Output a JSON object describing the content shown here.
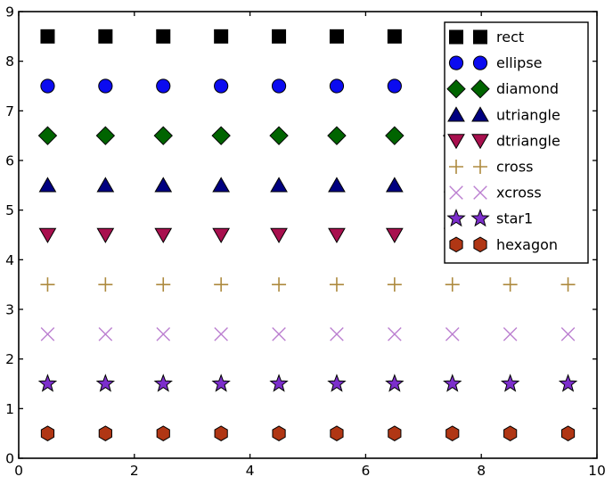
{
  "figure": {
    "background": "#ffffff",
    "axis_color": "#000000",
    "legend_background": "#ffffff",
    "legend_border_color": "#000000"
  },
  "chart_data": {
    "type": "scatter",
    "title": "",
    "xlabel": "",
    "ylabel": "",
    "xlim": [
      0,
      10
    ],
    "ylim": [
      0,
      9
    ],
    "xticks": [
      0,
      2,
      4,
      6,
      8,
      10
    ],
    "xtick_labels": [
      "0",
      "2",
      "4",
      "6",
      "8",
      "10"
    ],
    "yticks": [
      0,
      1,
      2,
      3,
      4,
      5,
      6,
      7,
      8,
      9
    ],
    "ytick_labels": [
      "0",
      "1",
      "2",
      "3",
      "4",
      "5",
      "6",
      "7",
      "8",
      "9"
    ],
    "grid": false,
    "tick_direction": "in",
    "x": [
      0.5,
      1.5,
      2.5,
      3.5,
      4.5,
      5.5,
      6.5,
      7.5,
      8.5,
      9.5
    ],
    "series": [
      {
        "name": "rect",
        "marker": "rect",
        "color": "#000000",
        "edge_color": "#000000",
        "y": 8.5
      },
      {
        "name": "ellipse",
        "marker": "ellipse",
        "color": "#0b0bf0",
        "edge_color": "#000000",
        "y": 7.5
      },
      {
        "name": "diamond",
        "marker": "diamond",
        "color": "#006400",
        "edge_color": "#000000",
        "y": 6.5
      },
      {
        "name": "utriangle",
        "marker": "utriangle",
        "color": "#000080",
        "edge_color": "#000000",
        "y": 5.5
      },
      {
        "name": "dtriangle",
        "marker": "dtriangle",
        "color": "#a8104e",
        "edge_color": "#000000",
        "y": 4.5
      },
      {
        "name": "cross",
        "marker": "cross",
        "color": "#ad8a3f",
        "edge_color": "#ad8a3f",
        "y": 3.5
      },
      {
        "name": "xcross",
        "marker": "xcross",
        "color": "#bb7fd0",
        "edge_color": "#bb7fd0",
        "y": 2.5
      },
      {
        "name": "star1",
        "marker": "star1",
        "color": "#7c2ecc",
        "edge_color": "#000000",
        "y": 1.5
      },
      {
        "name": "hexagon",
        "marker": "hexagon",
        "color": "#b03614",
        "edge_color": "#000000",
        "y": 0.5
      }
    ],
    "legend": {
      "position": "upper right",
      "markers_per_entry": 2,
      "entries": [
        "rect",
        "ellipse",
        "diamond",
        "utriangle",
        "dtriangle",
        "cross",
        "xcross",
        "star1",
        "hexagon"
      ]
    }
  }
}
